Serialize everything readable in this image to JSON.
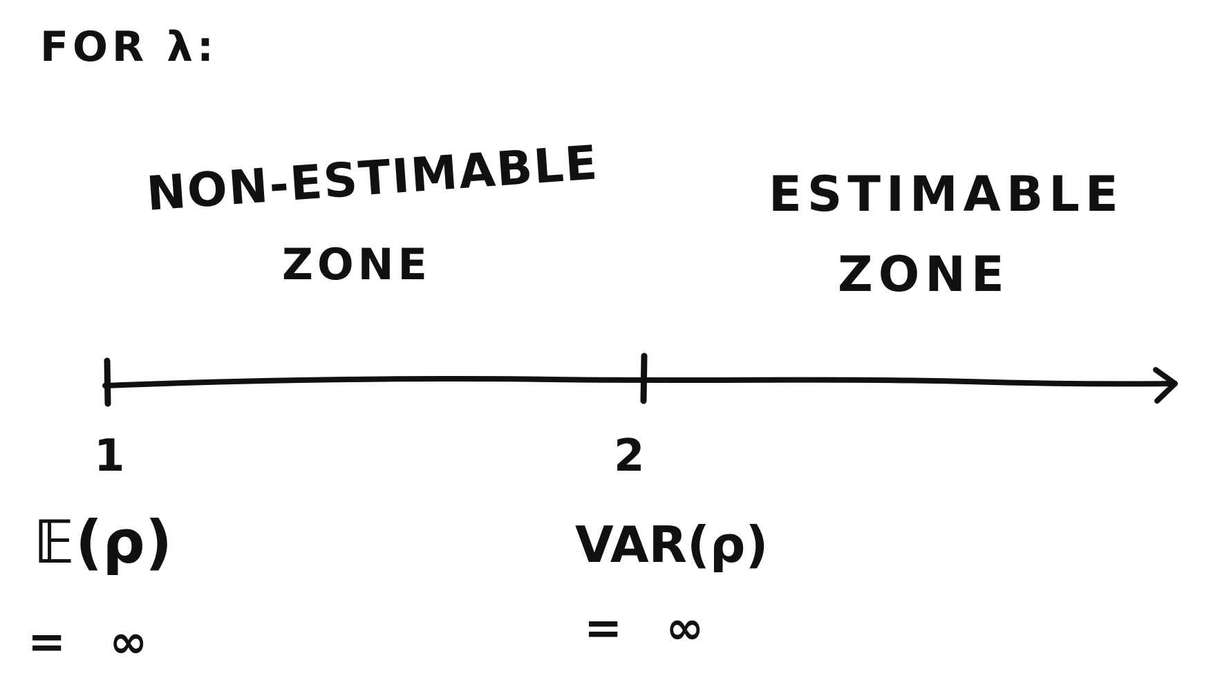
{
  "title": "FOR λ:",
  "zones": {
    "non_estimable": {
      "line1": "NON-ESTIMABLE",
      "line2": "ZONE"
    },
    "estimable": {
      "line1": "ESTIMABLE",
      "line2": "ZONE"
    }
  },
  "axis": {
    "ticks": [
      "1",
      "2"
    ]
  },
  "annotations": {
    "expectation": {
      "label": "𝔼(ρ)",
      "value": "= ∞"
    },
    "variance": {
      "label": "VAR(ρ)",
      "value": "= ∞"
    }
  },
  "colors": {
    "ink": "#111111",
    "paper": "#ffffff"
  }
}
